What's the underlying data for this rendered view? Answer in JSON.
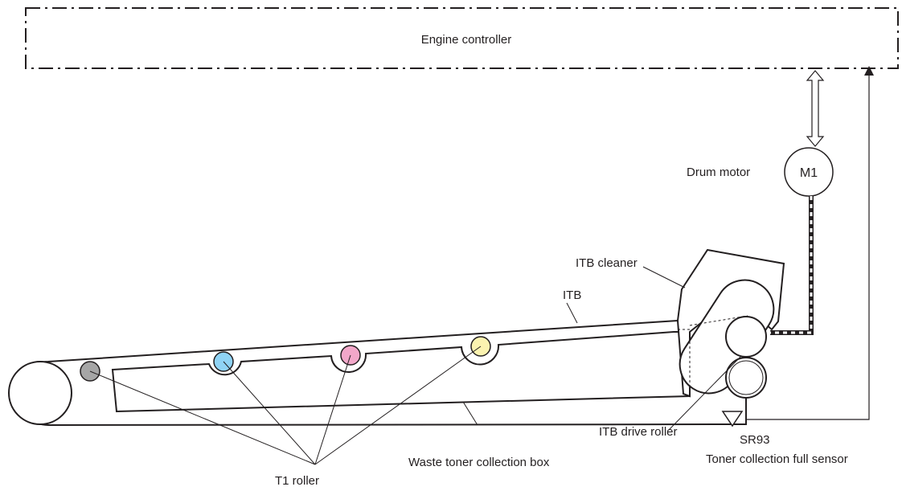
{
  "labels": {
    "engine_controller": "Engine controller",
    "drum_motor": "Drum motor",
    "motor_id": "M1",
    "itb_cleaner": "ITB cleaner",
    "itb": "ITB",
    "itb_drive_roller": "ITB drive roller",
    "sensor_id": "SR93",
    "toner_full_sensor": "Toner collection full sensor",
    "waste_box": "Waste toner collection box",
    "t1_roller": "T1 roller"
  },
  "colors": {
    "line": "#231f20",
    "t1_black": "#a6a6a6",
    "t1_cyan": "#8fd3f5",
    "t1_magenta": "#f2a7c9",
    "t1_yellow": "#fbf3b0"
  }
}
